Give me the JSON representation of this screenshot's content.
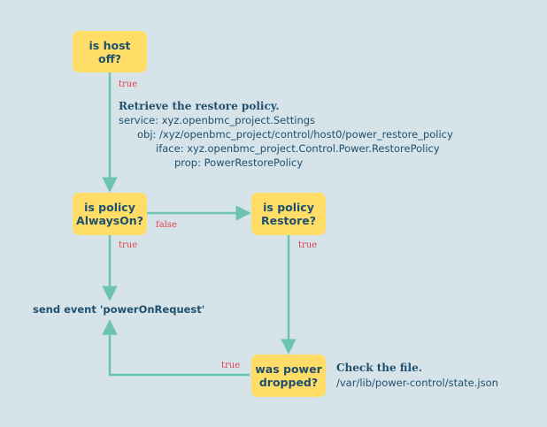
{
  "nodes": {
    "host_off": "is host\noff?",
    "always_on": "is policy\nAlwaysOn?",
    "restore": "is policy\nRestore?",
    "power_dropped": "was power\ndropped?"
  },
  "edges": {
    "host_off_true": "true",
    "always_on_false": "false",
    "always_on_true": "true",
    "restore_true": "true",
    "dropped_true": "true"
  },
  "retrieve_note": {
    "title": "Retrieve the restore policy.",
    "service": "service: xyz.openbmc_project.Settings",
    "obj": "obj: /xyz/openbmc_project/control/host0/power_restore_policy",
    "iface": "iface: xyz.openbmc_project.Control.Power.RestorePolicy",
    "prop": "prop: PowerRestorePolicy"
  },
  "send_event": "send event 'powerOnRequest'",
  "check_note": {
    "title": "Check the file.",
    "path": "/var/lib/power-control/state.json"
  },
  "colors": {
    "background": "#d6e4ea",
    "node_fill": "#ffdd66",
    "arrow": "#6cc3b0",
    "text": "#1f4f6e",
    "edge_label": "#e0404a"
  }
}
